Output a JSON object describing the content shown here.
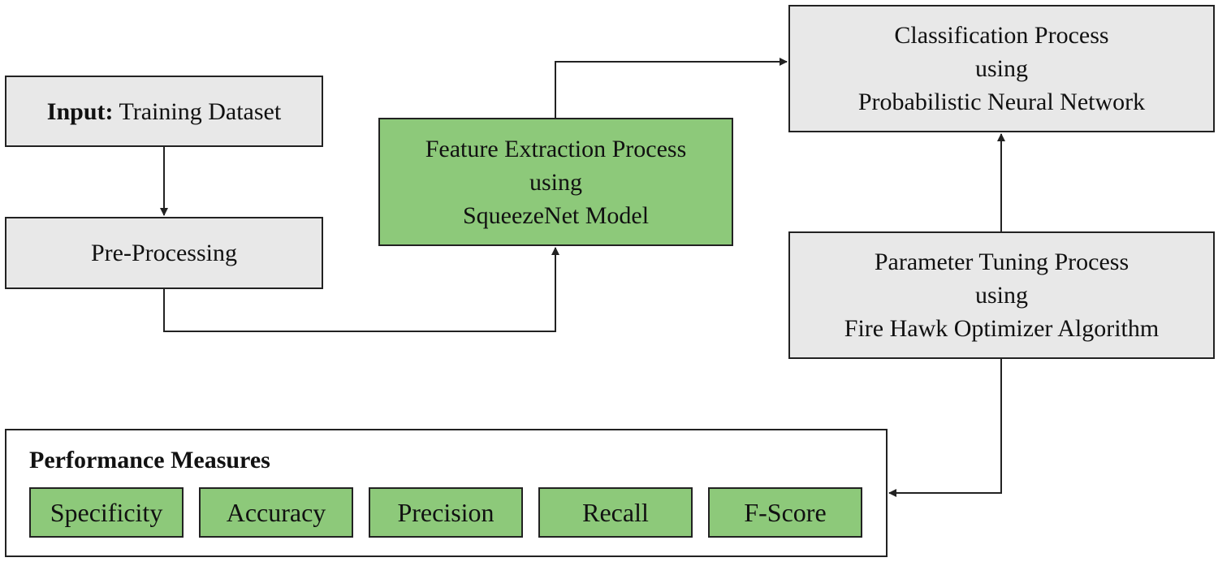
{
  "diagram": {
    "input": {
      "label_bold": "Input:",
      "label_text": "Training Dataset"
    },
    "preprocessing": {
      "label": "Pre-Processing"
    },
    "feature_extraction": {
      "line1": "Feature Extraction Process",
      "line2": "using",
      "line3": "SqueezeNet Model"
    },
    "classification": {
      "line1": "Classification Process",
      "line2": "using",
      "line3": "Probabilistic Neural Network"
    },
    "parameter_tuning": {
      "line1": "Parameter Tuning Process",
      "line2": "using",
      "line3": "Fire Hawk Optimizer Algorithm"
    },
    "performance": {
      "title": "Performance Measures",
      "metrics": [
        "Specificity",
        "Accuracy",
        "Precision",
        "Recall",
        "F-Score"
      ]
    },
    "colors": {
      "process_fill": "#e8e8e8",
      "highlight_fill": "#8dc97a",
      "stroke": "#222222"
    }
  }
}
